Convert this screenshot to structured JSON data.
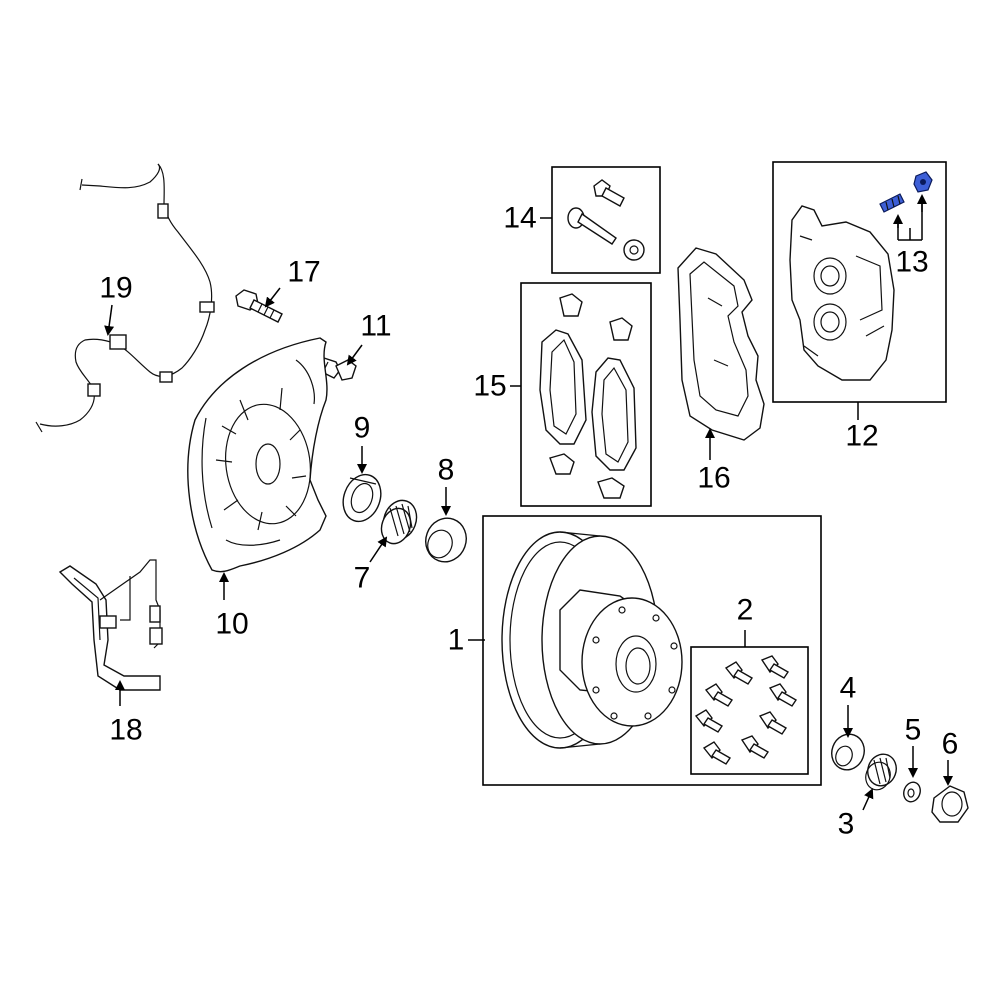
{
  "callouts": {
    "c1": "1",
    "c2": "2",
    "c3": "3",
    "c4": "4",
    "c5": "5",
    "c6": "6",
    "c7": "7",
    "c8": "8",
    "c9": "9",
    "c10": "10",
    "c11": "11",
    "c12": "12",
    "c13": "13",
    "c14": "14",
    "c15": "15",
    "c16": "16",
    "c17": "17",
    "c18": "18",
    "c19": "19"
  },
  "colors": {
    "highlight": "#3d5fd6",
    "line": "#111111",
    "background": "#ffffff"
  }
}
